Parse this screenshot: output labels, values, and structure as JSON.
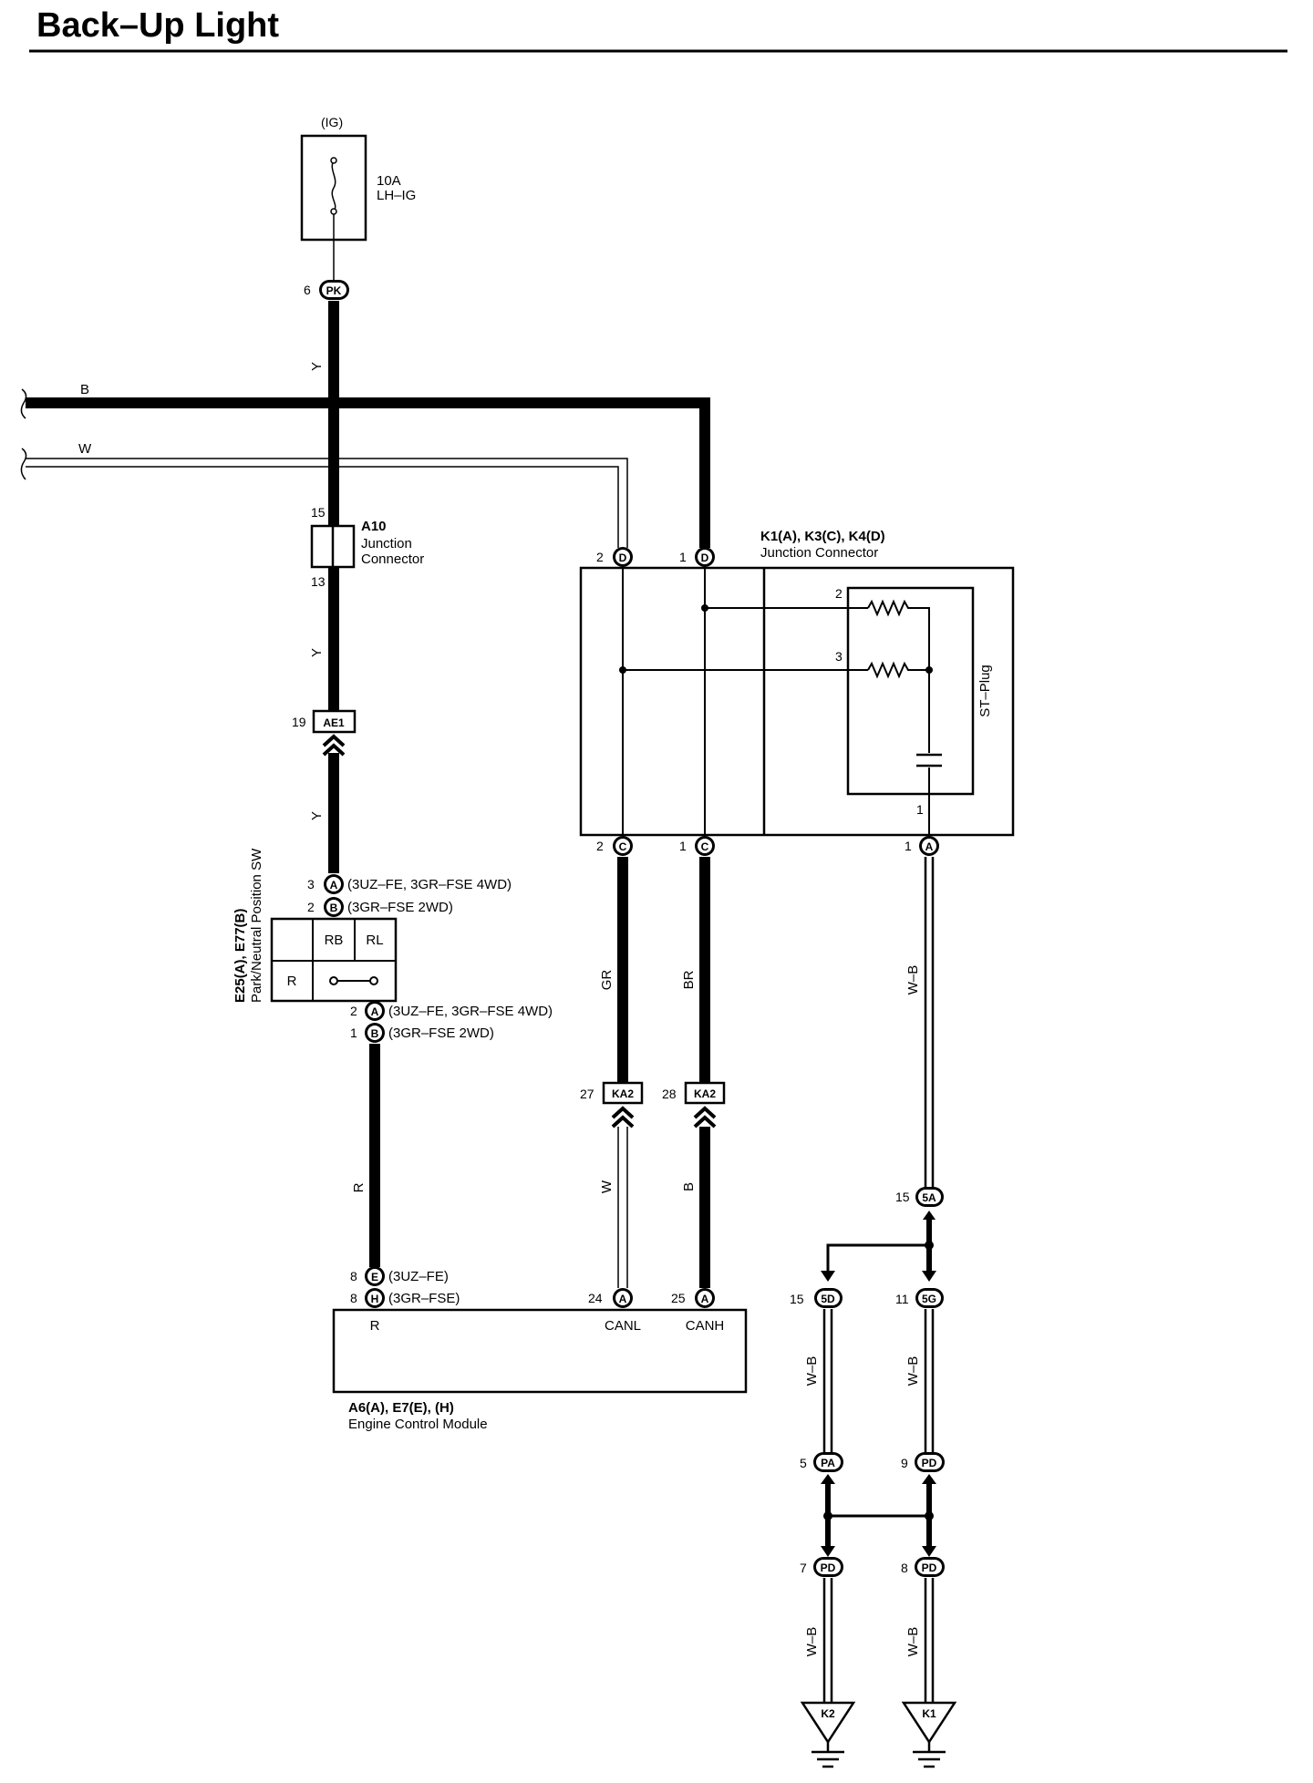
{
  "title": "Back–Up Light",
  "fuse": {
    "supply": "(IG)",
    "rating": "10A",
    "name": "LH–IG"
  },
  "connector_pk": {
    "pin": "6",
    "code": "PK"
  },
  "bus_labels": {
    "b": "B",
    "w": "W"
  },
  "wire_colors": {
    "y1": "Y",
    "y2": "Y",
    "y3": "Y",
    "r": "R",
    "gr": "GR",
    "br": "BR",
    "wb_main": "W–B",
    "w_canl": "W",
    "b_canh": "B",
    "wb_5d": "W–B",
    "wb_5g": "W–B",
    "wb_k2": "W–B",
    "wb_k1": "W–B"
  },
  "a10": {
    "name": "A10",
    "desc1": "Junction",
    "desc2": "Connector",
    "pin_top": "15",
    "pin_bottom": "13"
  },
  "ae1": {
    "pin": "19",
    "code": "AE1"
  },
  "pnp_switch": {
    "name": "E25(A), E77(B)",
    "desc": "Park/Neutral Position SW",
    "top_pins": [
      {
        "pin": "3",
        "code": "A",
        "note": "(3UZ–FE,  3GR–FSE 4WD)"
      },
      {
        "pin": "2",
        "code": "B",
        "note": "(3GR–FSE 2WD)"
      }
    ],
    "bottom_pins": [
      {
        "pin": "2",
        "code": "A",
        "note": "(3UZ–FE,  3GR–FSE 4WD)"
      },
      {
        "pin": "1",
        "code": "B",
        "note": "(3GR–FSE 2WD)"
      }
    ],
    "cells": {
      "rb": "RB",
      "rl": "RL",
      "r": "R"
    }
  },
  "junction": {
    "name": "K1(A), K3(C), K4(D)",
    "desc": "Junction Connector",
    "top_pins": [
      {
        "pin": "2",
        "code": "D"
      },
      {
        "pin": "1",
        "code": "D"
      }
    ],
    "bottom_pins": [
      {
        "pin": "2",
        "code": "C"
      },
      {
        "pin": "1",
        "code": "C"
      },
      {
        "pin": "1",
        "code": "A"
      }
    ],
    "st_plug": "ST–Plug",
    "inner_pins": {
      "p2": "2",
      "p3": "3",
      "p1": "1"
    }
  },
  "ka2": [
    {
      "pin": "27",
      "code": "KA2"
    },
    {
      "pin": "28",
      "code": "KA2"
    }
  ],
  "ecm": {
    "name": "A6(A), E7(E), (H)",
    "desc": "Engine Control Module",
    "left_pins": [
      {
        "pin": "8",
        "code": "E",
        "note": "(3UZ–FE)"
      },
      {
        "pin": "8",
        "code": "H",
        "note": "(3GR–FSE)"
      }
    ],
    "canl": {
      "pin": "24",
      "code": "A",
      "label": "CANL"
    },
    "canh": {
      "pin": "25",
      "code": "A",
      "label": "CANH"
    },
    "r_label": "R"
  },
  "ground_connectors": {
    "c5a": {
      "pin": "15",
      "code": "5A"
    },
    "c5d": {
      "pin": "15",
      "code": "5D"
    },
    "c5g": {
      "pin": "11",
      "code": "5G"
    },
    "cpa": {
      "pin": "5",
      "code": "PA"
    },
    "cpd9": {
      "pin": "9",
      "code": "PD"
    },
    "cpd7": {
      "pin": "7",
      "code": "PD"
    },
    "cpd8": {
      "pin": "8",
      "code": "PD"
    }
  },
  "grounds": [
    {
      "code": "K2"
    },
    {
      "code": "K1"
    }
  ]
}
